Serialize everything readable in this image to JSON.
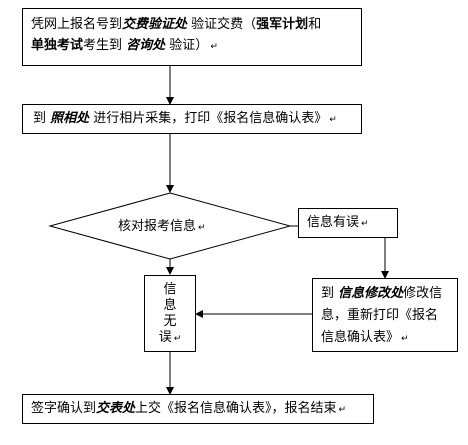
{
  "box1": {
    "p1": "凭网上报名号到",
    "p2": "交费验证处",
    "p3": " 验证交费（",
    "p4": "强军计划",
    "p5": "和",
    "p6": "单独考试",
    "p7": "考生到 ",
    "p8": "咨询处",
    "p9": " 验证）",
    "mark": "↵"
  },
  "box2": {
    "p1": "到 ",
    "p2": "照相处",
    "p3": " 进行相片采集，打印《报名信息确认表》",
    "mark": "↵"
  },
  "diamond": {
    "label": "核对报考信息",
    "mark": "↵"
  },
  "error_box": {
    "label": "信息有误",
    "mark": "↵"
  },
  "modify_box": {
    "p1": "到 ",
    "p2": "信息修改处",
    "p3": "修改信息，重新打印《报名信息确认表》",
    "mark": "↵"
  },
  "ok_box": {
    "c1": "信",
    "c2": "息",
    "c3": "无",
    "c4": "误",
    "mark": "↵"
  },
  "final_box": {
    "p1": "签字确认到",
    "p2": "交表处",
    "p3": "上交《报名信息确认表》，报名结束",
    "mark": "↵"
  }
}
